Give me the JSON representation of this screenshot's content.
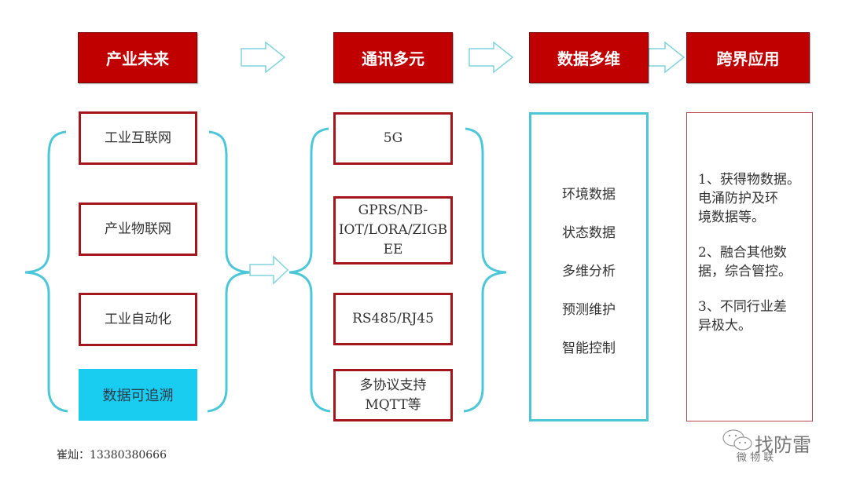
{
  "headers": [
    "产业未来",
    "通讯多元",
    "数据多维",
    "跨界应用"
  ],
  "column1": {
    "items": [
      "工业互联网",
      "产业物联网",
      "工业自动化",
      "数据可追溯"
    ],
    "highlighted_item": "数据可追溯",
    "highlight_color": "#19cdf0"
  },
  "column2": {
    "items": [
      "5G",
      "GPRS/NB-IOT/LORA/ZIGBEE",
      "RS485/RJ45",
      "多协议支持MQTT等"
    ],
    "item_lines": [
      [
        "5G"
      ],
      [
        "GPRS/NB-",
        "IOT/LORA/ZIGB",
        "EE"
      ],
      [
        "RS485/RJ45"
      ],
      [
        "多协议支持",
        "MQTT等"
      ]
    ]
  },
  "column3": {
    "items": [
      "环境数据",
      "状态数据",
      "多维分析",
      "预测维护",
      "智能控制"
    ]
  },
  "column4": {
    "paragraphs": [
      [
        "1、获得物数据。",
        "电涌防护及环",
        "境数据等。"
      ],
      [
        "2、融合其他数",
        "据，综合管控。"
      ],
      [
        "3、不同行业差",
        "异极大。"
      ]
    ]
  },
  "footer": {
    "contact": "崔灿：13380380666"
  },
  "watermark": {
    "title": "找防雷",
    "subtitle": "微 物 联"
  },
  "colors": {
    "header_red": "#c00000",
    "box_border_red": "#a3161c",
    "cyan_accent": "#4cc7d8"
  }
}
